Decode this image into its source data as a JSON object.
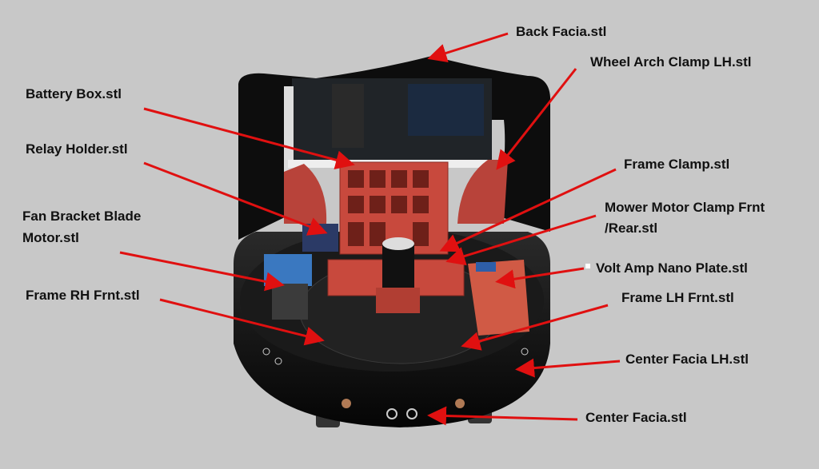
{
  "labels": {
    "back_facia": "Back Facia.stl",
    "wheel_arch_clamp_lh": "Wheel Arch Clamp LH.stl",
    "battery_box": "Battery Box.stl",
    "relay_holder": "Relay Holder.stl",
    "fan_bracket_line1": "Fan Bracket Blade",
    "fan_bracket_line2": "Motor.stl",
    "frame_rh_frnt": "Frame RH Frnt.stl",
    "frame_clamp": "Frame Clamp.stl",
    "mower_motor_clamp_line1": "Mower Motor Clamp Frnt",
    "mower_motor_clamp_line2": "/Rear.stl",
    "volt_amp_nano_plate": "Volt Amp Nano Plate.stl",
    "frame_lh_frnt": "Frame LH Frnt.stl",
    "center_facia_lh": "Center Facia LH.stl",
    "center_facia": "Center Facia.stl"
  },
  "colors": {
    "background": "#c8c8c8",
    "arrow": "#e01010",
    "body": "#111111",
    "part": "#c8493d"
  }
}
